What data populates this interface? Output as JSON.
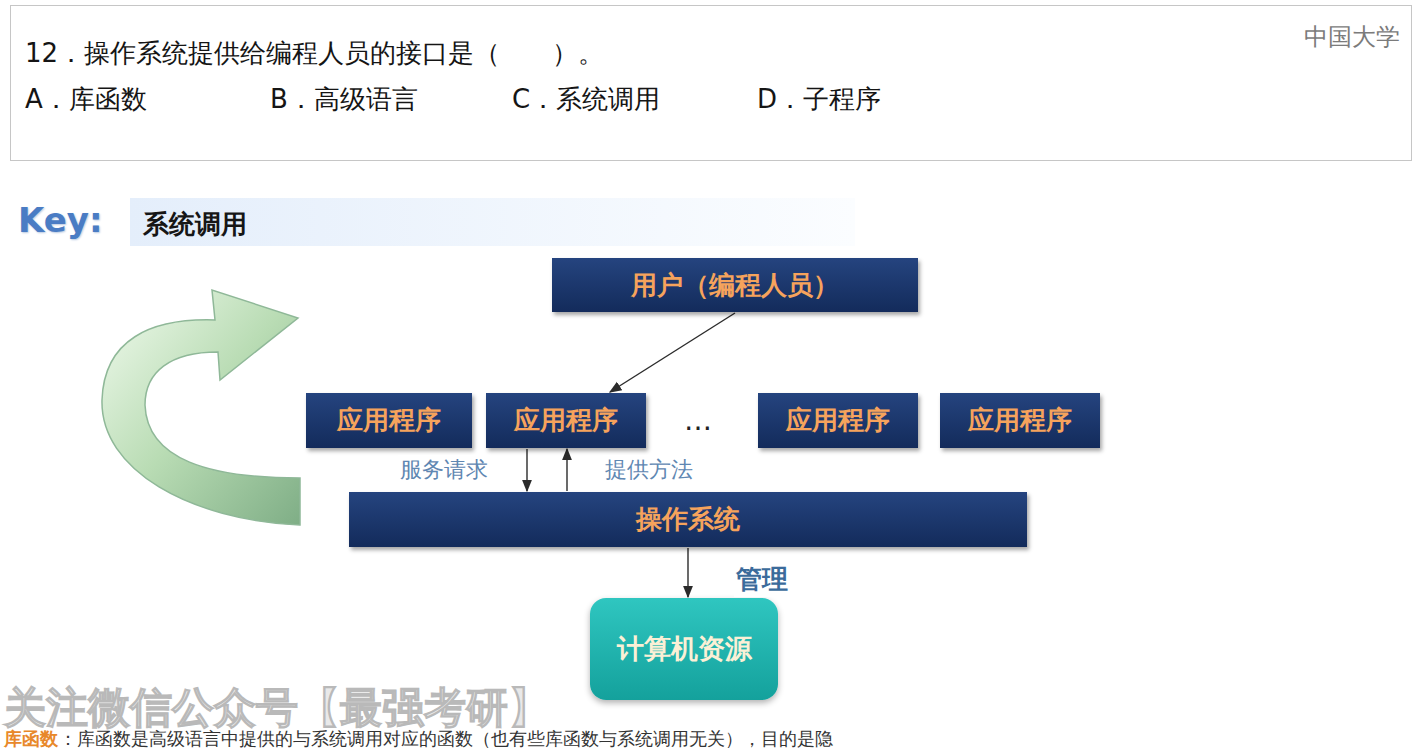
{
  "diagram": {
    "nodes": [
      {
        "text": [
          "12．操作系统提供给编程人员的接口是（　　）。",
          "A．库函数",
          "B．高级语言",
          "C．系统调用",
          "D．子程序"
        ]
      },
      {
        "text": [
          "用户（编程人员）"
        ]
      },
      {
        "text": [
          "应用程序"
        ]
      },
      {
        "text": [
          "应用程序"
        ]
      },
      {
        "text": [
          "应用程序"
        ]
      },
      {
        "text": [
          "应用程序"
        ]
      },
      {
        "text": [
          "操作系统"
        ]
      },
      {
        "text": [
          "计算机资源"
        ]
      }
    ],
    "edges": [
      {
        "from": 1,
        "to": 3,
        "arrow": "to"
      },
      {
        "from": 3,
        "to": 6,
        "label": "服务请求",
        "arrow": "to"
      },
      {
        "from": 6,
        "to": 3,
        "label": "提供方法",
        "arrow": "to"
      },
      {
        "from": 6,
        "to": 7,
        "label": "管理",
        "arrow": "to"
      }
    ],
    "labels": [
      "中国大学",
      "Key:",
      "系统调用",
      "…",
      "关注微信公众号【最强考研】",
      "库函数",
      "：库函数是高级语言中提供的与系统调用对应的函数（也有些库函数与系统调用无关），目的是隐"
    ]
  }
}
